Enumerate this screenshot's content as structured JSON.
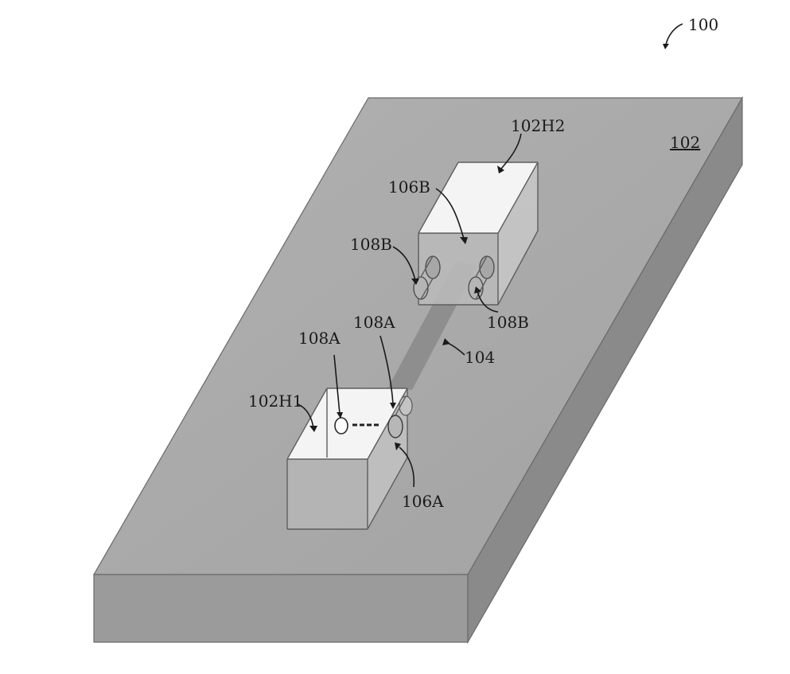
{
  "figure": {
    "ref_figure": "100",
    "ref_substrate": "102",
    "ref_hole_upper": "102H2",
    "ref_hole_lower": "102H1",
    "ref_waveguide": "104",
    "ref_upper_wall": "106B",
    "ref_lower_wall": "106A",
    "ref_upper_lens_left": "108B",
    "ref_upper_lens_right": "108B",
    "ref_lower_lens_left": "108A",
    "ref_lower_lens_right": "108A"
  },
  "colors": {
    "substrate_top": "#a9a9a9",
    "substrate_front": "#9b9b9b",
    "substrate_side": "#8a8a8a",
    "cavity_floor": "#f4f4f4",
    "waveguide": "#8c8c8c",
    "line": "#1a1a1a"
  }
}
